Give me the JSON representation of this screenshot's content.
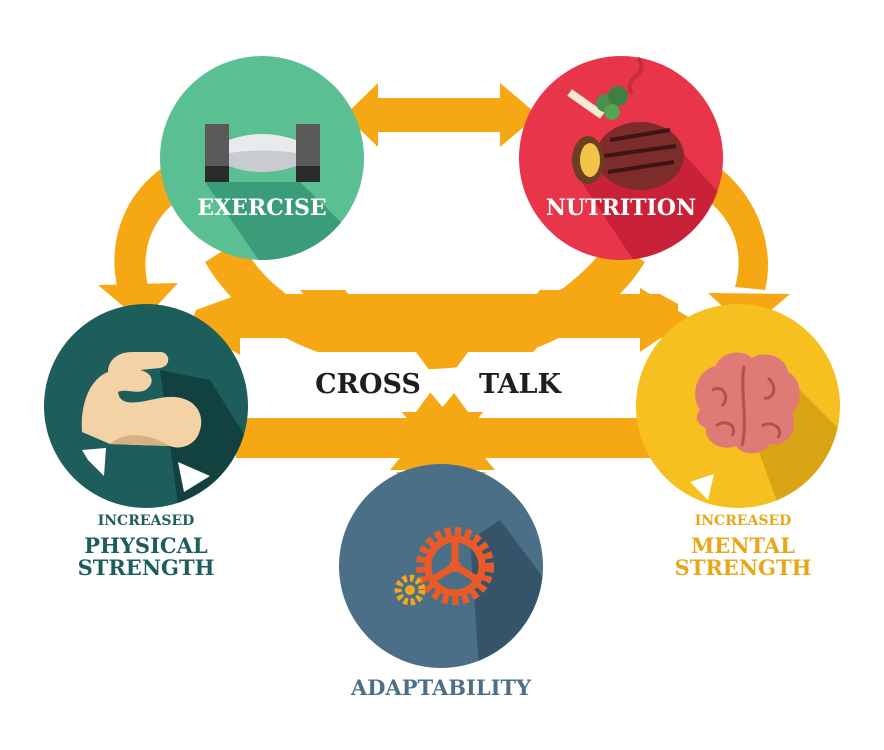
{
  "nodes": {
    "exercise": {
      "label": "EXERCISE",
      "color": "#5bbf94"
    },
    "nutrition": {
      "label": "NUTRITION",
      "color": "#e8354a"
    },
    "physical": {
      "label_small": "INCREASED",
      "label_line1": "PHYSICAL",
      "label_line2": "STRENGTH",
      "color": "#1d5d5c"
    },
    "mental": {
      "label_small": "INCREASED",
      "label_line1": "MENTAL",
      "label_line2": "STRENGTH",
      "color": "#f5c020"
    },
    "adaptability": {
      "label": "ADAPTABILITY",
      "color": "#4b6f86"
    }
  },
  "center": {
    "left_word": "CROSS",
    "right_word": "TALK"
  },
  "colors": {
    "arrow": "#f5a813",
    "arrow_shade": "#e19307",
    "caption_text": "#1e1e1e"
  },
  "icons": {
    "exercise": "dumbbell-icon",
    "nutrition": "steak-icon",
    "physical": "flexed-arm-icon",
    "mental": "brain-icon",
    "adaptability": "gears-icon"
  }
}
